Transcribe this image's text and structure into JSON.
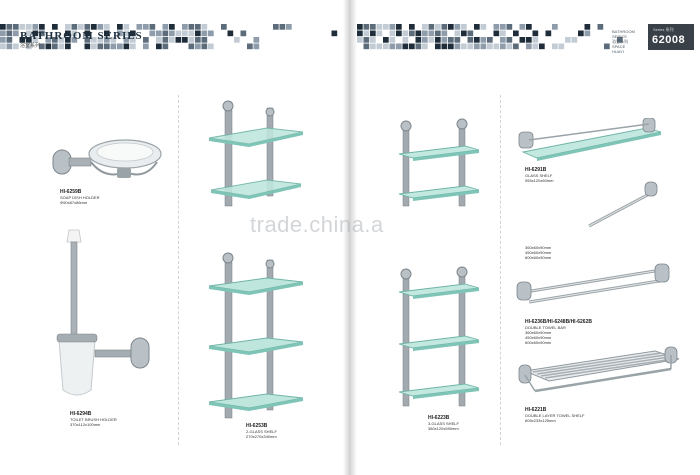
{
  "header": {
    "series_title": "BATHROOM SERIES",
    "series_subtitle": "浴室系列",
    "badge_small_lines": [
      "BATHROOM SERIES",
      "浴室系列",
      "SPACE",
      "HUAYI"
    ],
    "badge_top": "Series 系列",
    "badge_number": "62008"
  },
  "products": [
    {
      "code": "HI-6259B",
      "name": "SOAP DISH HOLDER",
      "size": "Φ60x87x86mm"
    },
    {
      "code": "HI-6294B",
      "name": "TOILET BRUSH HOLDER",
      "size": "370x112x100mm"
    },
    {
      "code": "HI-6253B",
      "name": "2-GLASS SHELF",
      "size": "270x270x340mm"
    },
    {
      "code": "HI-6223B",
      "name": "3-GLASS SHELF",
      "size": "380x120x590mm"
    },
    {
      "code": "HI-6291B",
      "name": "GLASS SHELF",
      "size": "555x120x60mm"
    },
    {
      "code": "HI-6236B/HI-6248B/HI-6262B",
      "name": "DOUBLE TOWEL BAR",
      "sizes": [
        "360x60x90mm",
        "450x60x90mm",
        "600x60x90mm"
      ]
    },
    {
      "code": "HI-6221B",
      "name": "DOUBLE LAYER TOWEL SHELF",
      "size": "605x233x125mm"
    }
  ],
  "unlabeled_sizes": [
    "360x60x90mm",
    "450x60x90mm",
    "600x60x90mm"
  ],
  "watermark": "trade.china.a",
  "colors": {
    "tile_dark": "#1f2d3a",
    "tile_mid": "#5d6c7b",
    "tile_light": "#c3ccd4",
    "metal": "#9aa3a8",
    "glass": "#9fd3c9"
  }
}
